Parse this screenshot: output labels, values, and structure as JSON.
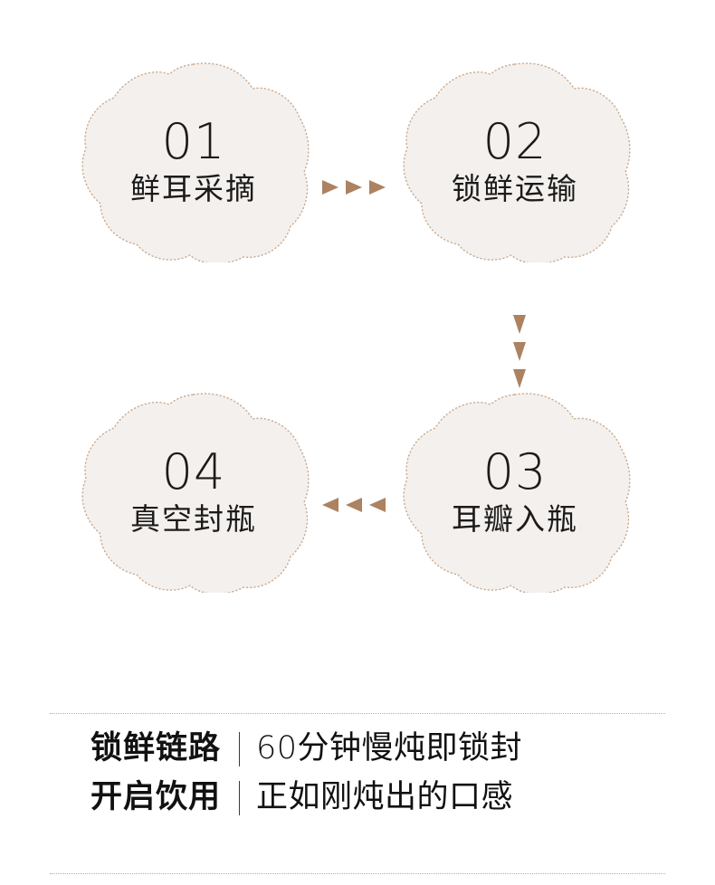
{
  "theme": {
    "background": "#FFFFFF",
    "blob_fill": "#F4F0ED",
    "blob_border": "#C9A98E",
    "arrow_color": "#AC8261",
    "text_color": "#1B1B1B",
    "divider_color": "#C9A98E"
  },
  "flow": {
    "steps": [
      {
        "number": "01",
        "label": "鲜耳采摘"
      },
      {
        "number": "02",
        "label": "锁鲜运输"
      },
      {
        "number": "03",
        "label": "耳瓣入瓶"
      },
      {
        "number": "04",
        "label": "真空封瓶"
      }
    ],
    "connectors": [
      {
        "id": "01-02",
        "direction": "right",
        "count": 3
      },
      {
        "id": "02-03",
        "direction": "down",
        "count": 3
      },
      {
        "id": "03-04",
        "direction": "left",
        "count": 3
      }
    ]
  },
  "footer": {
    "lines": [
      {
        "key": "锁鲜链路",
        "separator": "|",
        "value": "60分钟慢炖即锁封"
      },
      {
        "key": "开启饮用",
        "separator": "|",
        "value": "正如刚炖出的口感"
      }
    ]
  }
}
